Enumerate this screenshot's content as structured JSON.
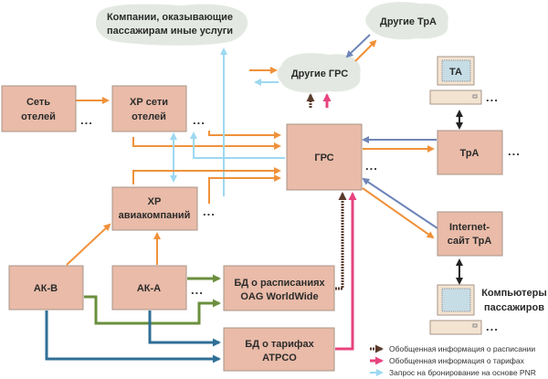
{
  "nodes": {
    "hotel_network": [
      "Сеть",
      "отелей"
    ],
    "hotel_crs": [
      "ХР сети",
      "отелей"
    ],
    "airline_crs": [
      "ХР",
      "авиакомпаний"
    ],
    "ak_b": "АК-В",
    "ak_a": "АК-А",
    "gds": "ГРС",
    "oag_db": [
      "БД о расписаниях",
      "OAG WorldWide"
    ],
    "atpco_db": [
      "БД о тарифах",
      "ATPCO"
    ],
    "travel_agency": "ТрА",
    "internet_site": [
      "Internet-",
      "сайт ТрА"
    ],
    "ta_terminal": "ТА",
    "passenger_computers": [
      "Компьютеры",
      "пассажиров"
    ],
    "other_services_cloud": [
      "Компании, оказывающие",
      "пассажирам иные услуги"
    ],
    "other_gds_cloud": "Другие ГРС",
    "other_tra_cloud": "Другие ТрА"
  },
  "ellipsis": "...",
  "legend": [
    {
      "label": "Обобщенная информация о расписании",
      "color": "#5a3a2a"
    },
    {
      "label": "Обобщенная информация о тарифах",
      "color": "#e8437e"
    },
    {
      "label": "Запрос на бронирование на основе PNR",
      "color": "#9dd8f2"
    }
  ],
  "colors": {
    "box_fill": "#e9bba8",
    "cloud_fill": "#e3e9e2",
    "orange_flow": "#f0913a",
    "light_blue_flow": "#9dd8f2",
    "slate_flow": "#6f85b9",
    "green_flow": "#6b8f3e",
    "dark_blue_flow": "#2f6f96",
    "pink_flow": "#e8437e"
  }
}
